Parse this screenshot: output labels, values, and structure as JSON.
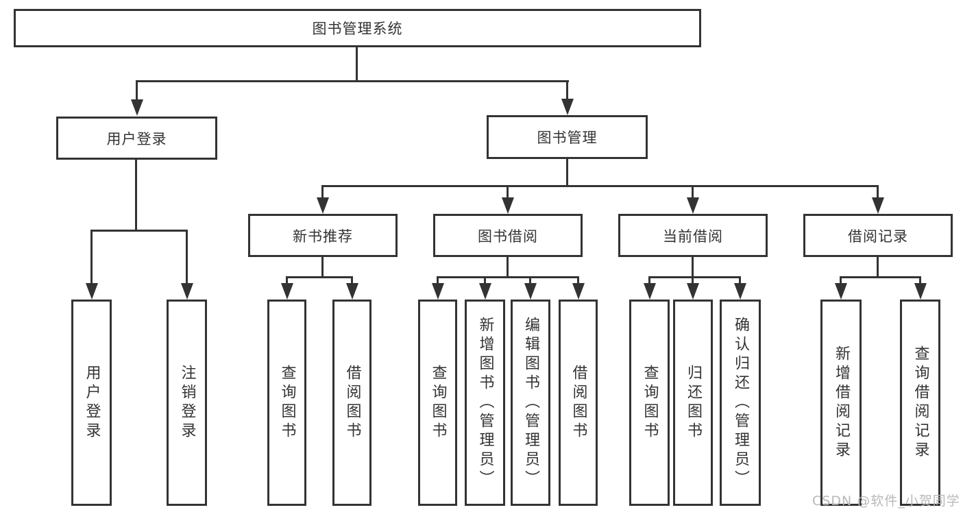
{
  "diagram": {
    "root": {
      "label": "图书管理系统"
    },
    "branches": [
      {
        "label": "用户登录",
        "children": [
          "用户登录",
          "注销登录"
        ]
      },
      {
        "label": "图书管理",
        "modules": [
          {
            "label": "新书推荐",
            "children": [
              "查询图书",
              "借阅图书"
            ]
          },
          {
            "label": "图书借阅",
            "children": [
              "查询图书",
              "新增图书（管理员）",
              "编辑图书（管理员）",
              "借阅图书"
            ]
          },
          {
            "label": "当前借阅",
            "children": [
              "查询图书",
              "归还图书",
              "确认归还（管理员）"
            ]
          },
          {
            "label": "借阅记录",
            "children": [
              "新增借阅记录",
              "查询借阅记录"
            ]
          }
        ]
      }
    ]
  },
  "colors": {
    "line": "#333333",
    "text": "#333333",
    "background": "#ffffff",
    "watermark": "#b8b8b8"
  },
  "watermark": {
    "text": "CSDN @软件_小贺同学"
  }
}
